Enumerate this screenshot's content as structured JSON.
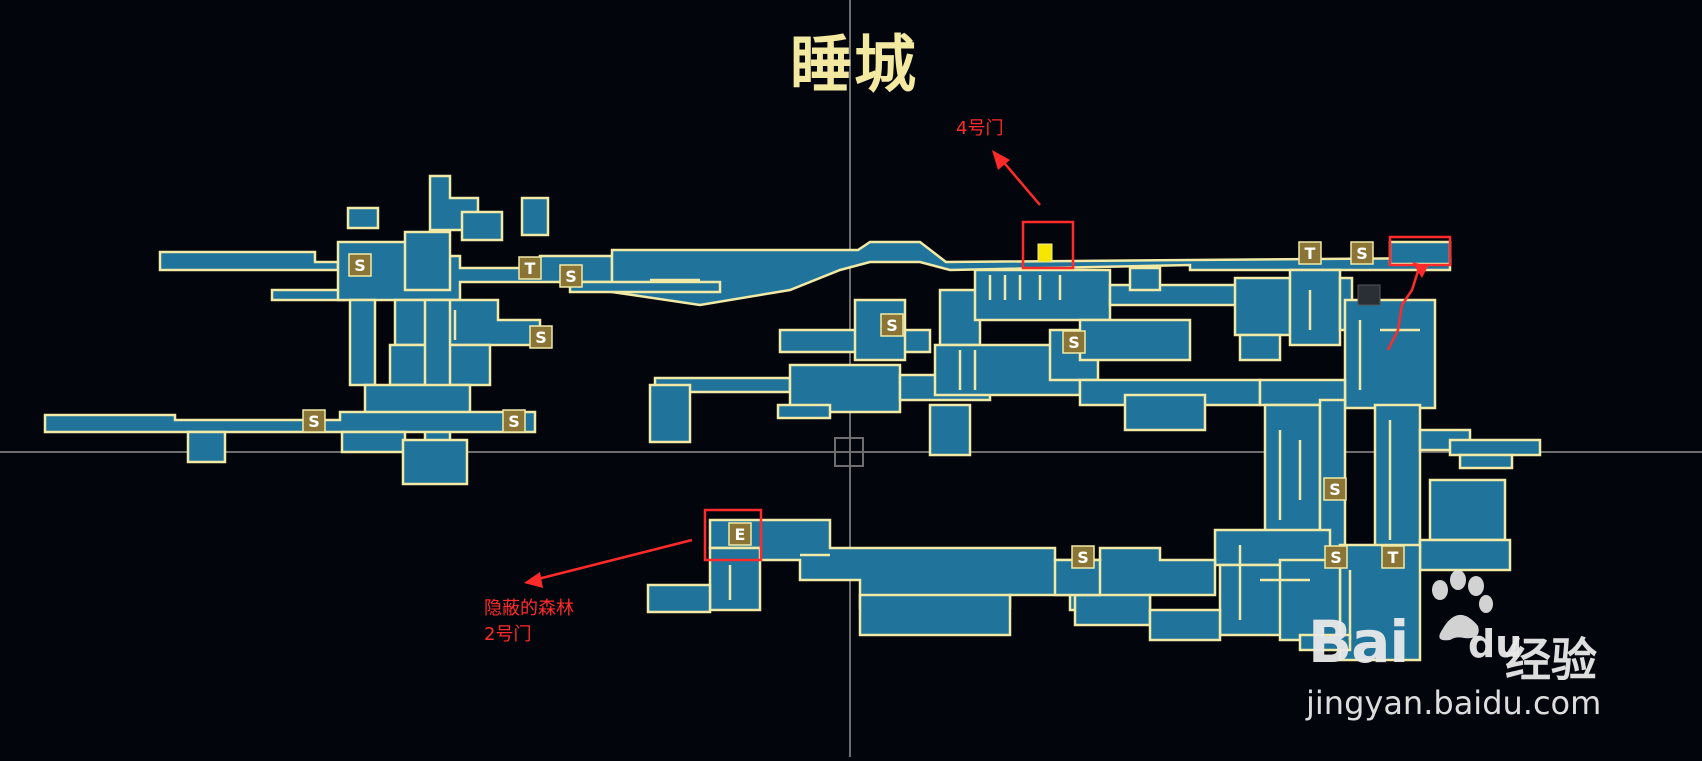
{
  "map": {
    "title": "睡城",
    "crosshair_color": "#7a7a7a",
    "room_fill": "#20739b",
    "room_outline": "#f1eaa6",
    "background": "#03050d"
  },
  "markers": [
    {
      "label": "S",
      "kind": "save"
    },
    {
      "label": "S",
      "kind": "save"
    },
    {
      "label": "T",
      "kind": "teleport"
    },
    {
      "label": "S",
      "kind": "save"
    },
    {
      "label": "S",
      "kind": "save"
    },
    {
      "label": "S",
      "kind": "save"
    },
    {
      "label": "S",
      "kind": "save"
    },
    {
      "label": "S",
      "kind": "save"
    },
    {
      "label": "T",
      "kind": "teleport"
    },
    {
      "label": "S",
      "kind": "save"
    },
    {
      "label": "E",
      "kind": "exit"
    },
    {
      "label": "S",
      "kind": "save"
    },
    {
      "label": "S",
      "kind": "save"
    },
    {
      "label": "S",
      "kind": "save"
    },
    {
      "label": "T",
      "kind": "teleport"
    }
  ],
  "annotations": {
    "door4": "4号门",
    "forest_line1": "隐蔽的森林",
    "forest_line2": "2号门",
    "color": "#ff2a2a"
  },
  "watermark": {
    "brand": "Bai",
    "brand_cn": "经验",
    "url": "jingyan.baidu.com"
  }
}
